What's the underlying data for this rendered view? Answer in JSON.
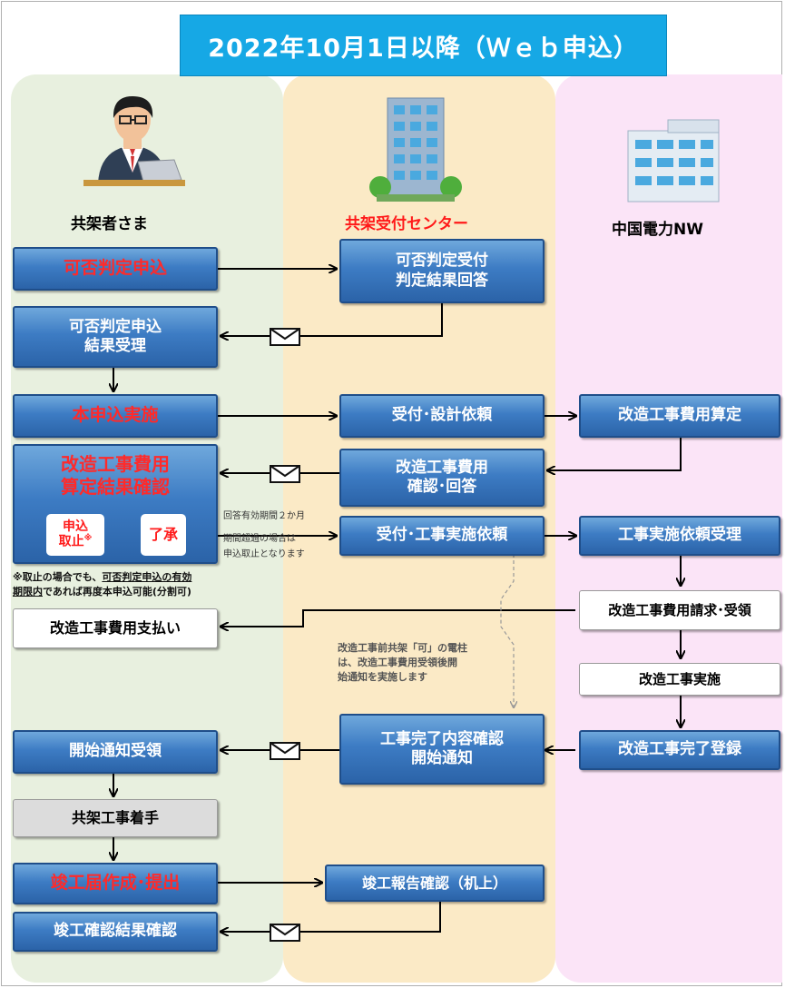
{
  "title": "2022年10月1日以降（Ｗｅｂ申込）",
  "actors": {
    "left": "共架者さま",
    "center": "共架受付センター",
    "right": "中国電力NW"
  },
  "boxes": {
    "kahi_moshikomi": "可否判定申込",
    "kahi_uketsuke_1": "可否判定受付",
    "kahi_uketsuke_2": "判定結果回答",
    "kekka_juri_1": "可否判定申込",
    "kekka_juri_2": "結果受理",
    "honmoshikomi": "本申込実施",
    "uketsuke_sekkei": "受付･設計依頼",
    "santei": "改造工事費用算定",
    "kakunin_1": "改造工事費用",
    "kakunin_2": "算定結果確認",
    "torisage_1": "申込",
    "torisage_2": "取止",
    "torisage_mark": "※",
    "shoudaku": "了承",
    "kakunin_kaitou_1": "改造工事費用",
    "kakunin_kaitou_2": "確認･回答",
    "koji_irai": "受付･工事実施依頼",
    "irai_juri": "工事実施依頼受理",
    "seikyu": "改造工事費用請求･受領",
    "shiharai": "改造工事費用支払い",
    "jisshi": "改造工事実施",
    "kanryo_kakunin_1": "工事完了内容確認",
    "kanryo_kakunin_2": "開始通知",
    "kaishi_juryo": "開始通知受領",
    "kanryo_toroku": "改造工事完了登録",
    "kyoka_chakushu": "共架工事着手",
    "shunko_sakusei": "竣工届作成･提出",
    "shunko_hokoku": "竣工報告確認（机上）",
    "shunko_kekka": "竣工確認結果確認"
  },
  "texts": {
    "validity_1": "回答有効期間２か月",
    "validity_2": "期間超過の場合は",
    "validity_3": "申込取止となります",
    "note_mark": "※",
    "note_a": "取止の場合でも、",
    "note_b": "可否判定申込の有効",
    "note_c": "期限内",
    "note_d": "であれば再度本申込可能(分割可)",
    "center_note_1": "改造工事前共架「可」の電柱",
    "center_note_2": "は、改造工事費用受領後開",
    "center_note_3": "始通知を実施します"
  },
  "colors": {
    "title_bg": "#16a8e5",
    "box_blue": "#3d7cc4",
    "red_text": "#ff2a2a",
    "lane_left": "#e8f0df",
    "lane_center": "#fbeac6",
    "lane_right": "#fbe4f7"
  },
  "icons": [
    "person-at-laptop-icon",
    "office-building-icon",
    "power-company-building-icon",
    "envelope-icon"
  ]
}
